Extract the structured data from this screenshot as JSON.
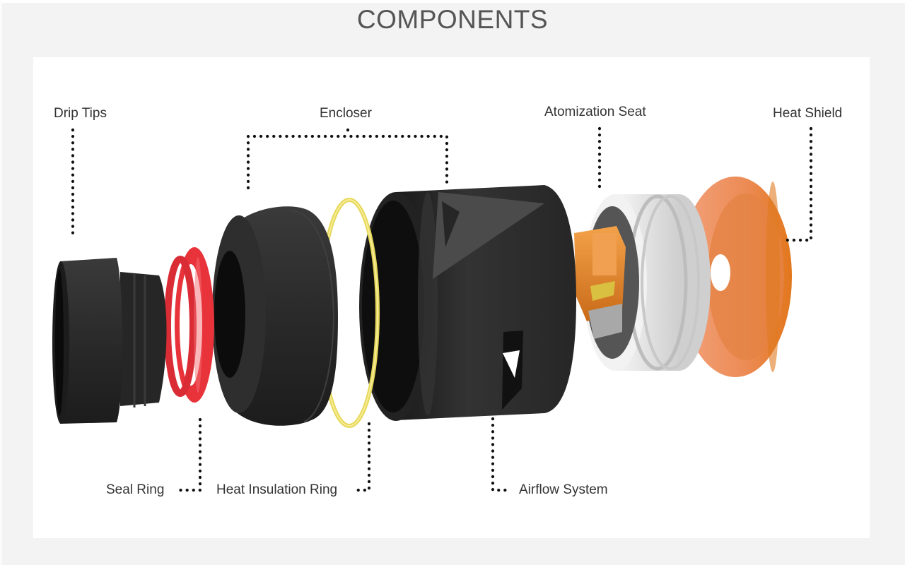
{
  "page": {
    "title": "COMPONENTS"
  },
  "diagram": {
    "type": "exploded-view",
    "subject": "rebuildable dripping atomizer",
    "labels": [
      {
        "id": "drip-tips",
        "text": "Drip Tips",
        "position": "top"
      },
      {
        "id": "encloser",
        "text": "Encloser",
        "position": "top"
      },
      {
        "id": "atomization-seat",
        "text": "Atomization Seat",
        "position": "top"
      },
      {
        "id": "heat-shield",
        "text": "Heat Shield",
        "position": "top"
      },
      {
        "id": "seal-ring",
        "text": "Seal Ring",
        "position": "bottom"
      },
      {
        "id": "heat-insulation-ring",
        "text": "Heat Insulation Ring",
        "position": "bottom"
      },
      {
        "id": "airflow-system",
        "text": "Airflow System",
        "position": "bottom"
      }
    ],
    "colors": {
      "background": "#f3f3f3",
      "panel": "#ffffff",
      "title": "#555555",
      "label": "#333333",
      "leader_dots": "#111111",
      "black_parts": "#2b2b2b",
      "seal_ring": "#e8333b",
      "insulation_ring": "#e6d85a",
      "copper_deck": "#e8892c",
      "seat_white": "#e9e9e9",
      "heat_shield": "#ee8d55"
    }
  }
}
